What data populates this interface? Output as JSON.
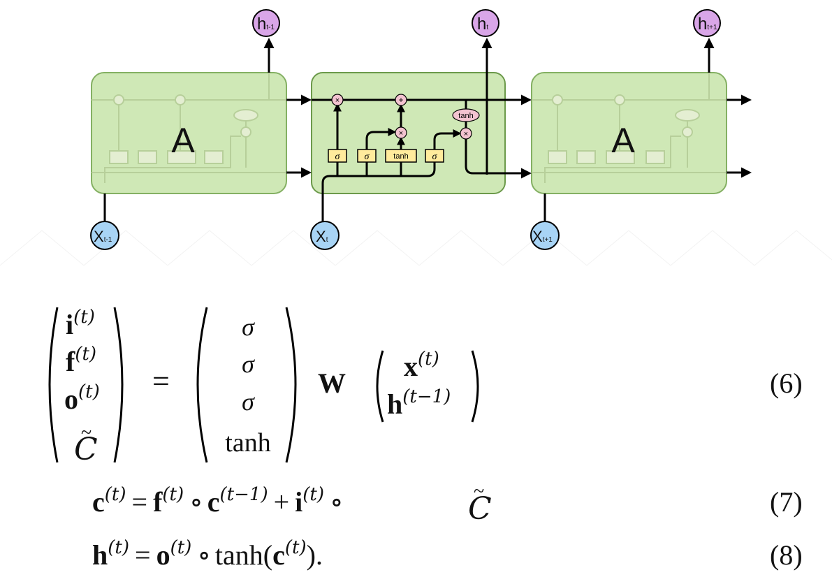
{
  "diagram": {
    "cells": [
      {
        "label": "A"
      },
      {
        "label": ""
      },
      {
        "label": "A"
      }
    ],
    "inputs": [
      {
        "main": "X",
        "sub": "t-1"
      },
      {
        "main": "X",
        "sub": "t"
      },
      {
        "main": "X",
        "sub": "t+1"
      }
    ],
    "outputs": [
      {
        "main": "h",
        "sub": "t-1"
      },
      {
        "main": "h",
        "sub": "t"
      },
      {
        "main": "h",
        "sub": "t+1"
      }
    ],
    "gates": {
      "sigma": "σ",
      "tanh": "tanh",
      "multiply": "×",
      "add": "+"
    }
  },
  "equations": {
    "eq6": {
      "lhs": [
        {
          "base": "i",
          "sup": "(t)"
        },
        {
          "base": "f",
          "sup": "(t)"
        },
        {
          "base": "o",
          "sup": "(t)"
        },
        {
          "base": "C",
          "tilde": "~"
        }
      ],
      "equals": "=",
      "activations": [
        "σ",
        "σ",
        "σ",
        "tanh"
      ],
      "weight": "W",
      "vec": [
        {
          "base": "x",
          "sup": "(t)"
        },
        {
          "base": "h",
          "sup": "(t−1)"
        }
      ],
      "number": "(6)"
    },
    "eq7": {
      "c": "c",
      "c_sup": "(t)",
      "eq": "=",
      "f": "f",
      "f_sup": "(t)",
      "op1": "∘",
      "c2": "c",
      "c2_sup": "(t−1)",
      "plus": "+",
      "i": "i",
      "i_sup": "(t)",
      "op2": "∘",
      "ctilde": "C",
      "tilde": "~",
      "number": "(7)"
    },
    "eq8": {
      "h": "h",
      "h_sup": "(t)",
      "eq": "=",
      "o": "o",
      "o_sup": "(t)",
      "op": "∘",
      "fn": "tanh(",
      "c": "c",
      "c_sup": "(t)",
      "close": ").",
      "number": "(8)"
    }
  }
}
